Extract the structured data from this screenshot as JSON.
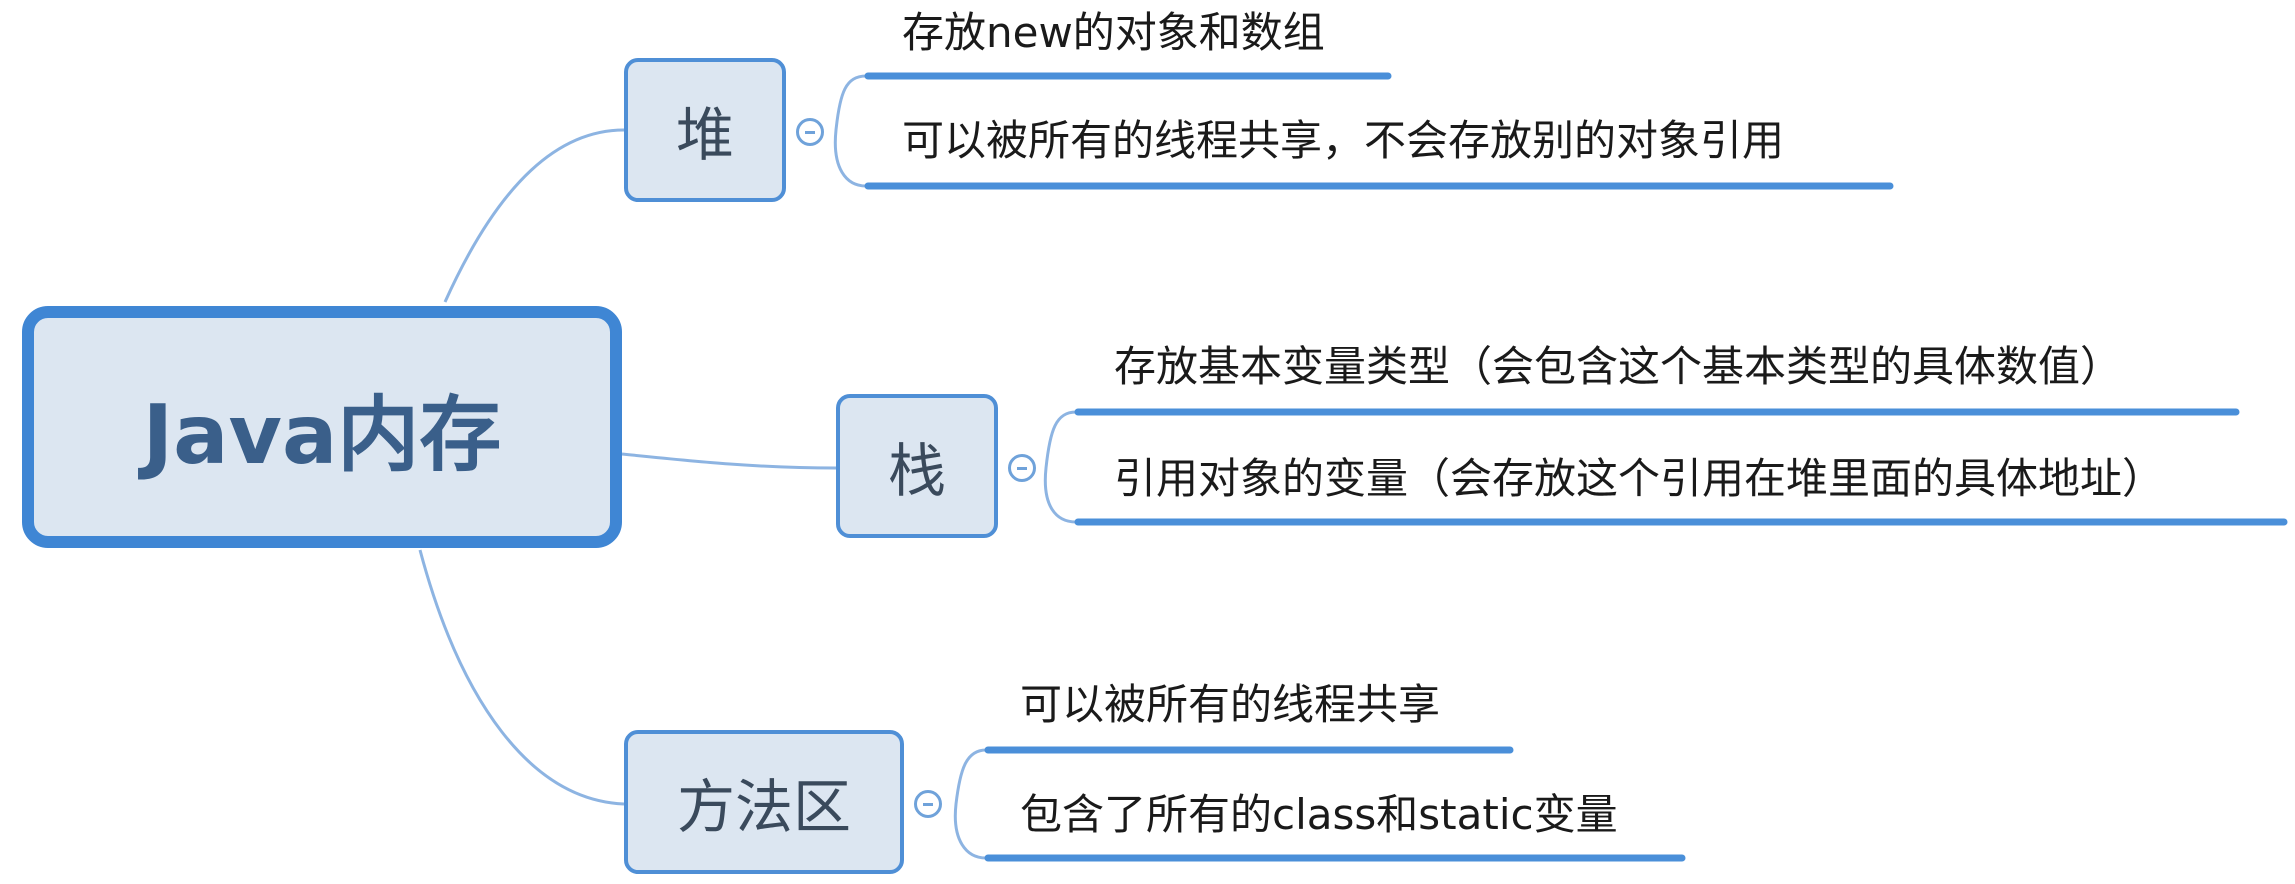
{
  "root": {
    "label": "Java内存"
  },
  "branches": [
    {
      "label": "堆",
      "items": [
        {
          "label": "存放new的对象和数组"
        },
        {
          "label": "可以被所有的线程共享，不会存放别的对象引用"
        }
      ]
    },
    {
      "label": "栈",
      "items": [
        {
          "label": "存放基本变量类型（会包含这个基本类型的具体数值）"
        },
        {
          "label": "引用对象的变量（会存放这个引用在堆里面的具体地址）"
        }
      ]
    },
    {
      "label": "方法区",
      "items": [
        {
          "label": "可以被所有的线程共享"
        },
        {
          "label": "包含了所有的class和static变量"
        }
      ]
    }
  ],
  "colors": {
    "node_fill": "#dce6f1",
    "node_border": "#4f8fd6",
    "connector": "#8db4e2",
    "underline": "#4a8fd9"
  }
}
